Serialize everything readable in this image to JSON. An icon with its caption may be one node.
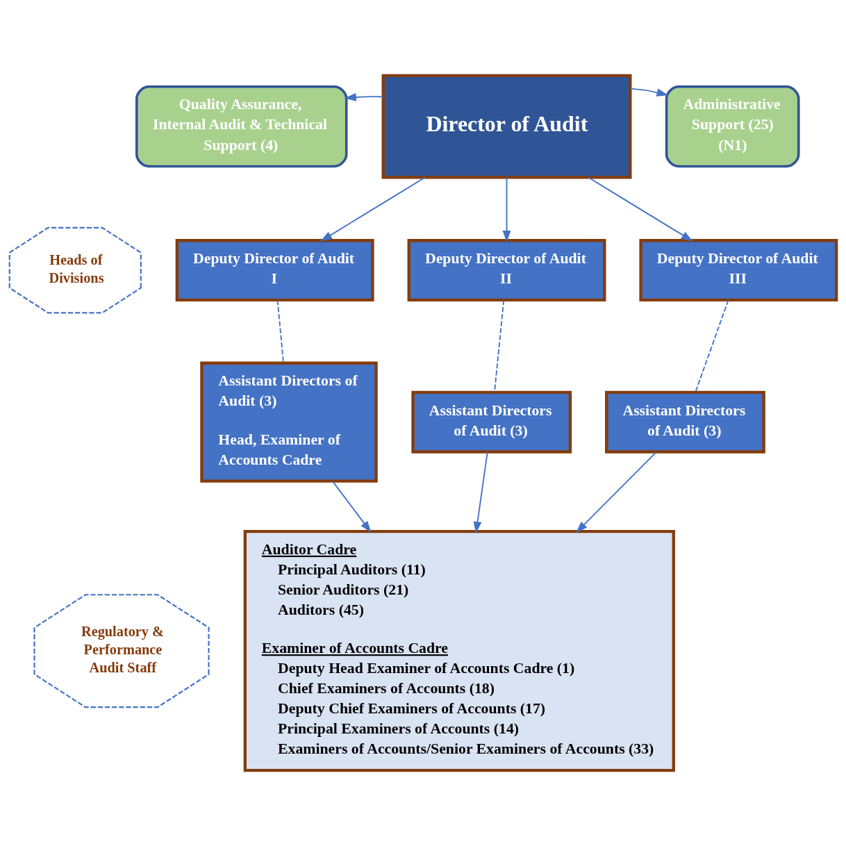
{
  "diagram": {
    "nodes": [
      {
        "text": [
          "Director of Audit"
        ]
      },
      {
        "text": [
          "Quality Assurance, Internal Audit & Technical Support (4)"
        ]
      },
      {
        "text": [
          "Administrative Support (25) (N1)"
        ]
      },
      {
        "text": [
          "Deputy Director of Audit",
          "I"
        ]
      },
      {
        "text": [
          "Deputy Director of Audit",
          "II"
        ]
      },
      {
        "text": [
          "Deputy Director of Audit",
          "III"
        ]
      },
      {
        "text": [
          "Heads of Divisions"
        ]
      },
      {
        "text": [
          "Assistant Directors of Audit (3)",
          "Head, Examiner of Accounts Cadre"
        ]
      },
      {
        "text": [
          "Assistant Directors of Audit (3)"
        ]
      },
      {
        "text": [
          "Assistant Directors of Audit (3)"
        ]
      },
      {
        "text": [
          "Regulatory & Performance Audit Staff"
        ]
      },
      {
        "text": [
          "Auditor Cadre",
          "Principal Auditors (11)",
          "Senior Auditors (21)",
          "Auditors (45)",
          "Examiner of Accounts Cadre",
          "Deputy Head Examiner of Accounts Cadre (1)",
          "Chief Examiners of Accounts (18)",
          "Deputy Chief Examiners of Accounts (17)",
          "Principal Examiners of Accounts (14)",
          "Examiners of Accounts/Senior Examiners of Accounts (33)"
        ]
      }
    ],
    "edges": [
      {
        "from": 0,
        "to": 1,
        "arrow": "to"
      },
      {
        "from": 0,
        "to": 2,
        "arrow": "to"
      },
      {
        "from": 0,
        "to": 3,
        "arrow": "to"
      },
      {
        "from": 0,
        "to": 4,
        "arrow": "to"
      },
      {
        "from": 0,
        "to": 5,
        "arrow": "to"
      },
      {
        "from": 3,
        "to": 7,
        "arrow": "none",
        "style": "dashed"
      },
      {
        "from": 4,
        "to": 8,
        "arrow": "none",
        "style": "dashed"
      },
      {
        "from": 5,
        "to": 9,
        "arrow": "none",
        "style": "dashed"
      },
      {
        "from": 7,
        "to": 11,
        "arrow": "to"
      },
      {
        "from": 8,
        "to": 11,
        "arrow": "to"
      },
      {
        "from": 9,
        "to": 11,
        "arrow": "to"
      }
    ]
  }
}
